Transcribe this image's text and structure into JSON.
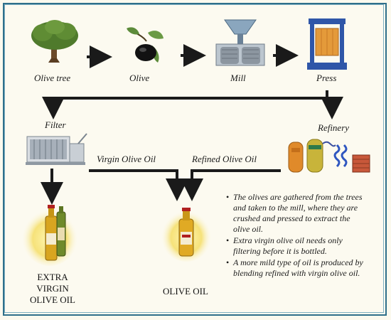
{
  "stages": {
    "olive_tree": "Olive tree",
    "olive": "Olive",
    "mill": "Mill",
    "press": "Press",
    "filter": "Filter",
    "refinery": "Refinery"
  },
  "flows": {
    "virgin_oil": "Virgin Olive Oil",
    "refined_oil": "Refined Olive Oil"
  },
  "products": {
    "extra_virgin": [
      "EXTRA",
      "VIRGIN",
      "OLIVE OIL"
    ],
    "olive_oil": "OLIVE OIL"
  },
  "notes": [
    "The olives are gathered from the trees and taken to the mill, where they are crushed and pressed to extract the olive oil.",
    "Extra virgin olive oil needs only filtering before it is bottled.",
    "A more mild type of oil is produced by blending refined with virgin olive oil."
  ],
  "bullet": "•",
  "colors": {
    "border": "#2e6f8a",
    "arrow": "#1a1a1a",
    "glow": "#f6e27a"
  }
}
